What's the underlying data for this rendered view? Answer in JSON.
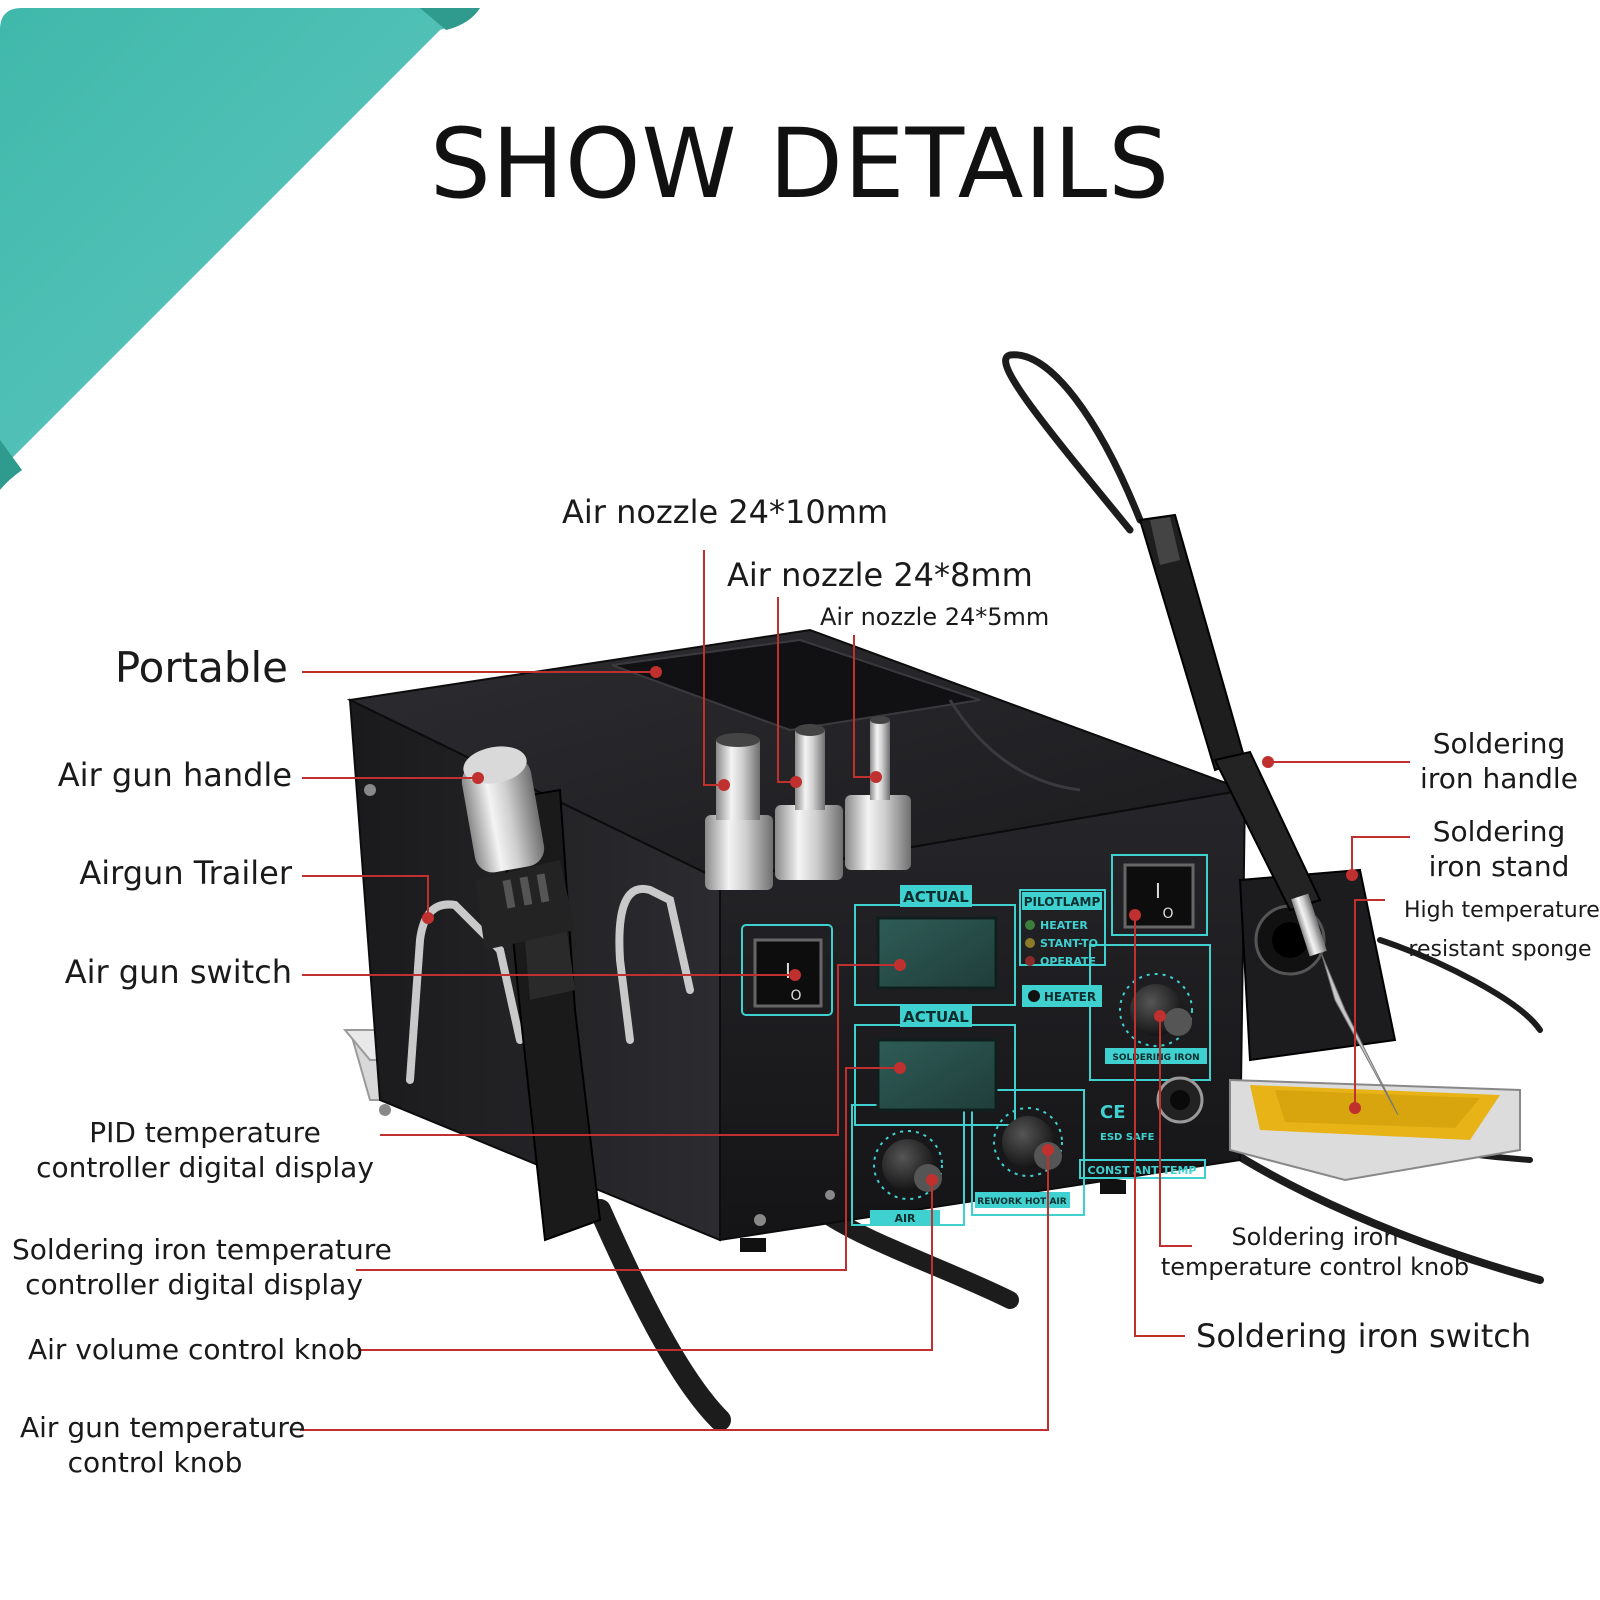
{
  "title": "SHOW DETAILS",
  "colors": {
    "accent_teal": "#49bfb2",
    "callout_line": "#c0302e",
    "device_body": "#1f1f22",
    "panel_teal": "#3fd0d0",
    "sponge_yellow": "#e8b317"
  },
  "labels": {
    "nozzle_10": "Air nozzle 24*10mm",
    "nozzle_8": "Air nozzle 24*8mm",
    "nozzle_5": "Air nozzle 24*5mm",
    "portable": "Portable",
    "air_gun_handle": "Air gun handle",
    "airgun_trailer": "Airgun Trailer",
    "air_gun_switch": "Air gun switch",
    "pid_display_1": "PID temperature",
    "pid_display_2": "controller digital display",
    "iron_display_1": "Soldering iron temperature",
    "iron_display_2": "controller digital display",
    "air_volume_knob": "Air volume control knob",
    "air_temp_knob_1": "Air gun temperature",
    "air_temp_knob_2": "control knob",
    "iron_handle_1": "Soldering",
    "iron_handle_2": "iron handle",
    "iron_stand_1": "Soldering",
    "iron_stand_2": "iron stand",
    "sponge_1": "High temperature",
    "sponge_2": "resistant sponge",
    "iron_knob_1": "Soldering iron",
    "iron_knob_2": "temperature control knob",
    "iron_switch": "Soldering iron switch"
  },
  "panel": {
    "actual_1": "ACTUAL",
    "actual_2": "ACTUAL",
    "pilotlamp": "PILOTLAMP",
    "heater_led": "HEATER",
    "standby_led": "STANT-TO",
    "operate_led": "OPERATE",
    "heater_tag": "HEATER",
    "soldering_iron_tag": "SOLDERING IRON",
    "air_tag": "AIR",
    "rework_tag": "REWORK HOT AIR",
    "const_tag": "CONST ANT TEMP",
    "ce_mark": "CE",
    "esd_mark": "ESD SAFE",
    "switch_on": "I",
    "switch_off": "O"
  }
}
